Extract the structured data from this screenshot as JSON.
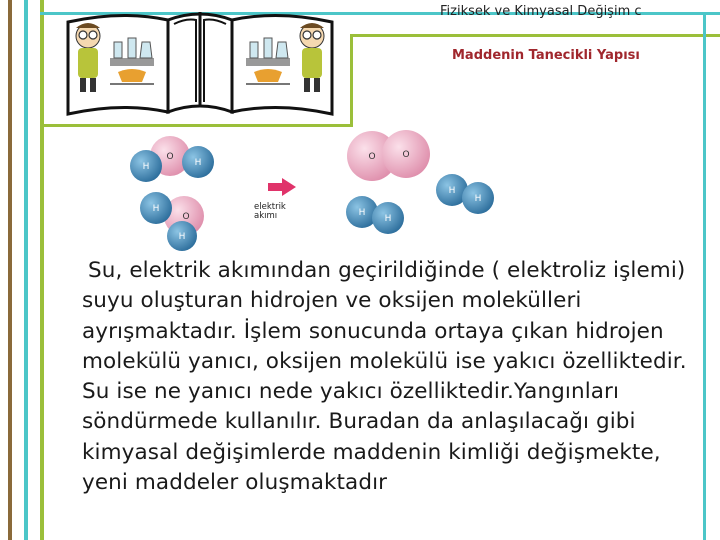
{
  "header": {
    "title": "Fiziksek ve Kimyasal Değişim c",
    "subtitle": "Maddenin Tanecikli Yapısı"
  },
  "illustration": {
    "arrow_label_line1": "elektrik",
    "arrow_label_line2": "akımı",
    "atom_h": "H",
    "atom_o": "O"
  },
  "body": {
    "lines": [
      "Su, elektrik akımından geçirildiğinde ( elektroliz işlemi)",
      "suyu oluşturan hidrojen ve oksijen molekülleri",
      "ayrışmaktadır. İşlem sonucunda ortaya çıkan hidrojen",
      "molekülü yanıcı, oksijen molekülü ise yakıcı özelliktedir.",
      "Su ise ne yanıcı nede yakıcı özelliktedir.Yangınları",
      "söndürmede kullanılır. Buradan da anlaşılacağı gibi",
      "kimyasal değişimlerde maddenin kimliği değişmekte,",
      "yeni maddeler  oluşmaktadır"
    ]
  },
  "colors": {
    "brown_line": "#8a6a3a",
    "teal_line": "#4cc6c8",
    "green_line": "#9bbf3a",
    "oxygen": "#e9a9bf",
    "hydrogen": "#3a7fae",
    "arrow": "#e0336a"
  }
}
